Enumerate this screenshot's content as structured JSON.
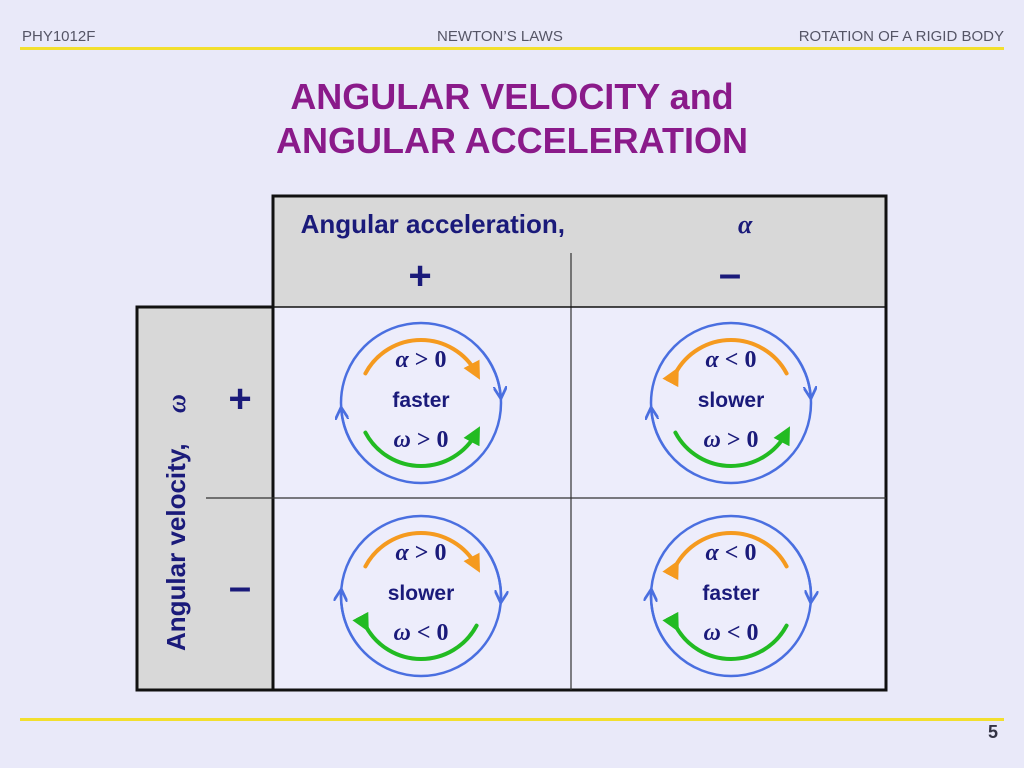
{
  "header": {
    "course": "PHY1012F",
    "topic": "NEWTON’S LAWS",
    "section": "ROTATION OF A RIGID BODY"
  },
  "title": {
    "line1": "ANGULAR VELOCITY and",
    "line2": "ANGULAR ACCELERATION"
  },
  "table": {
    "col_header": "Angular acceleration,",
    "col_symbol": "α",
    "row_header": "Angular velocity,",
    "row_symbol": "ω",
    "col_signs": [
      "+",
      "–"
    ],
    "row_signs": [
      "+",
      "–"
    ],
    "cells": [
      {
        "alpha": "α > 0",
        "label": "faster",
        "omega": "ω > 0",
        "alpha_dir": "cw",
        "omega_dir": "ccw"
      },
      {
        "alpha": "α < 0",
        "label": "slower",
        "omega": "ω > 0",
        "alpha_dir": "ccw",
        "omega_dir": "ccw"
      },
      {
        "alpha": "α > 0",
        "label": "slower",
        "omega": "ω < 0",
        "alpha_dir": "cw",
        "omega_dir": "cw"
      },
      {
        "alpha": "α < 0",
        "label": "faster",
        "omega": "ω < 0",
        "alpha_dir": "ccw",
        "omega_dir": "cw"
      }
    ]
  },
  "colors": {
    "circle": "#4a6fe0",
    "alpha_arrow": "#f59a1f",
    "omega_arrow": "#22bb22",
    "text": "#1a1a7a",
    "title": "#8a1a8a",
    "header_fill": "#d8d8d8",
    "rule": "#f2df2e"
  },
  "page_number": "5"
}
